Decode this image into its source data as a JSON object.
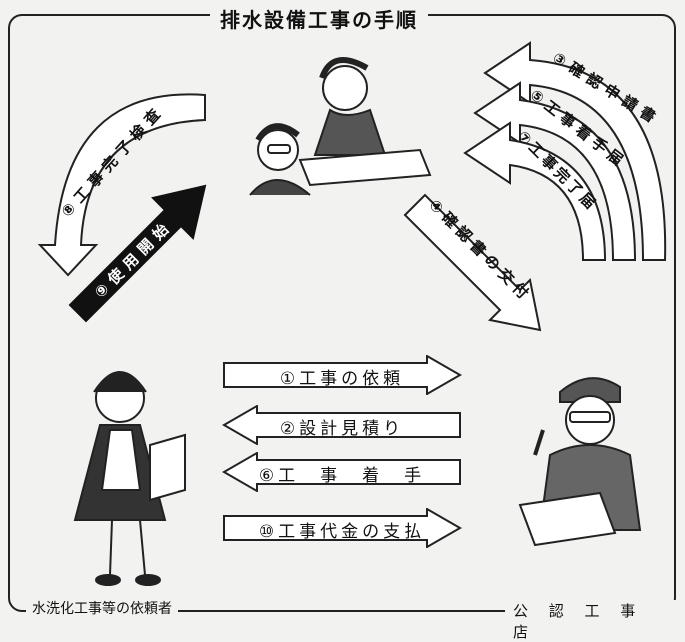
{
  "title": "排水設備工事の手順",
  "footer": {
    "requester": "水洗化工事等の依頼者",
    "contractor": "公 認 工 事 店"
  },
  "steps": {
    "s1": "①工事の依頼",
    "s2": "②設計見積り",
    "s6": "⑥工　事　着　手",
    "s10": "⑩工事代金の支払",
    "s3": "③確認申請書",
    "s5": "⑤工事着手届",
    "s7": "⑦工事完了届",
    "s4": "④確認書の交付",
    "s8": "⑧工事完了検査",
    "s9": "⑨使用開始"
  }
}
